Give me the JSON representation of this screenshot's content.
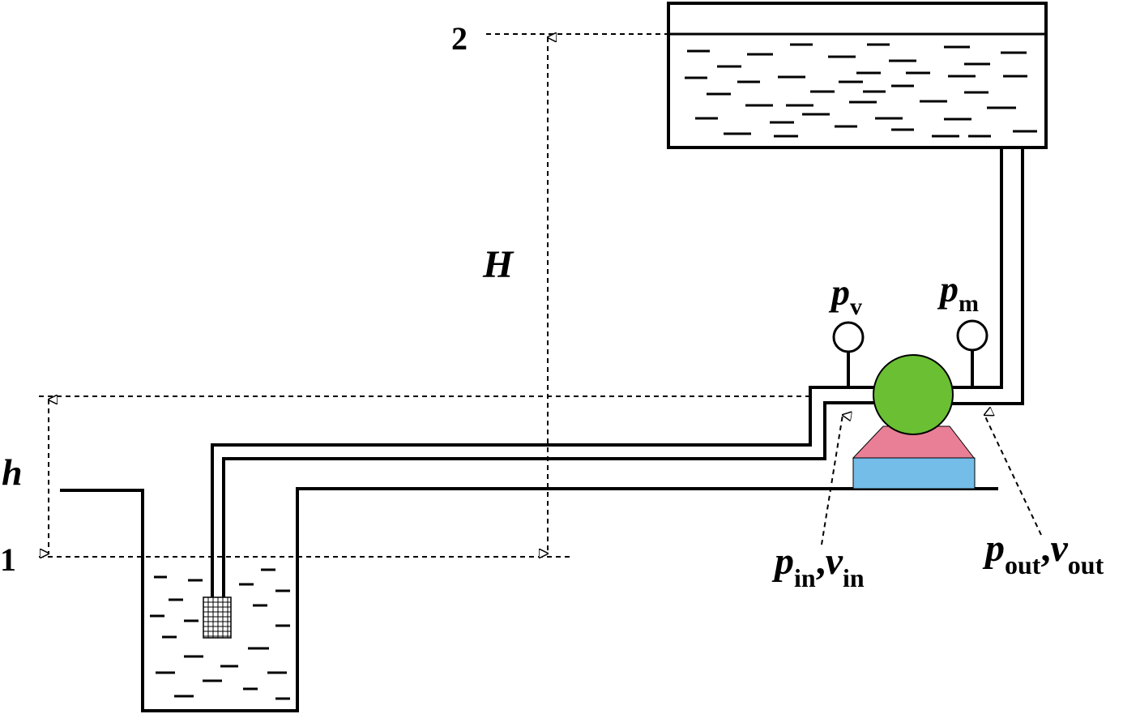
{
  "labels": {
    "level_1": "1",
    "level_2": "2",
    "big_h": "H",
    "small_h": "h",
    "vac_gauge_main": "p",
    "vac_gauge_sub": "v",
    "man_gauge_main": "p",
    "man_gauge_sub": "m",
    "inlet_p": "p",
    "inlet_p_sub": "in",
    "inlet_sep": ",",
    "inlet_v": "v",
    "inlet_v_sub": "in",
    "outlet_p": "p",
    "outlet_p_sub": "out",
    "outlet_sep": ",",
    "outlet_v": "v",
    "outlet_v_sub": "out"
  },
  "colors": {
    "pump": "#6abf33",
    "pump_stand_top": "#e97f96",
    "pump_base": "#73bde8",
    "line": "#000000"
  },
  "icons": {
    "vacuum_gauge": "pressure-gauge-icon",
    "manometer": "pressure-gauge-icon",
    "strainer": "strainer-grid-icon"
  }
}
